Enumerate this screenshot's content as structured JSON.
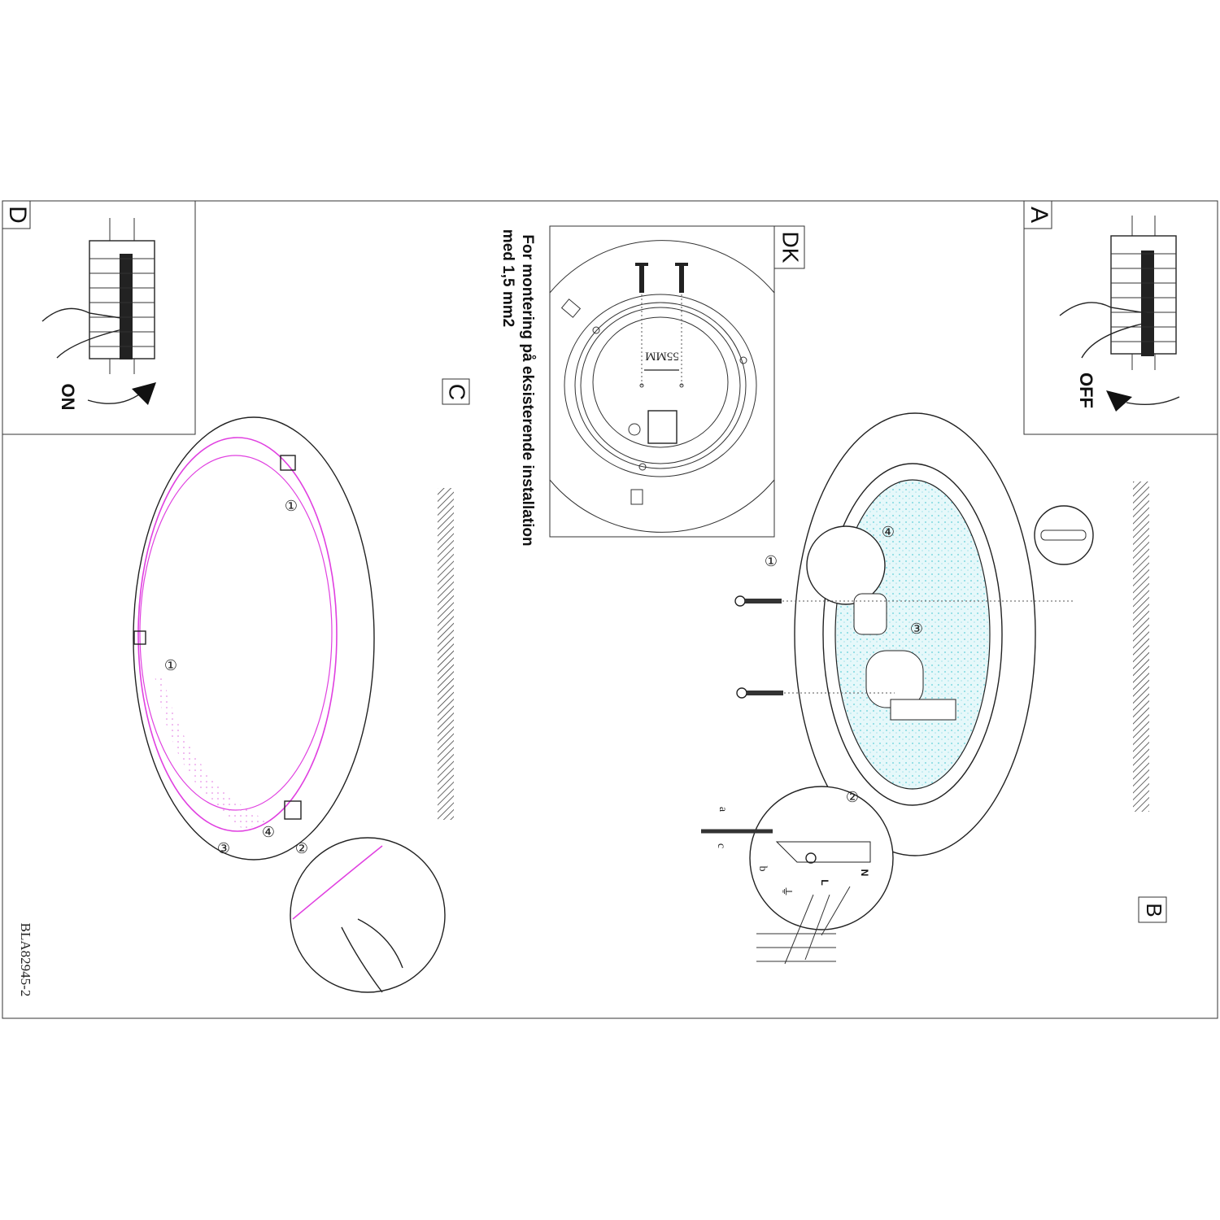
{
  "panels": {
    "d": {
      "label": "D",
      "switch_state": "ON"
    },
    "a": {
      "label": "A",
      "switch_state": "OFF"
    },
    "c": {
      "label": "C"
    },
    "b": {
      "label": "B"
    },
    "dk": {
      "label": "DK",
      "dimension": "55MM"
    }
  },
  "instruction": {
    "line1": "For montering på  eksisterende installation",
    "line2": "med 1,5 mm2"
  },
  "steps": {
    "s1": "①",
    "s2": "②",
    "s3": "③",
    "s4": "④"
  },
  "wiring": {
    "a": "a",
    "b": "b",
    "c": "c",
    "neutral": "N",
    "live": "L",
    "earth": "⏚"
  },
  "doc_code": "BLA82945-2",
  "colors": {
    "line": "#222222",
    "cover": "#e040e0",
    "glass": "#7fd8e0"
  }
}
